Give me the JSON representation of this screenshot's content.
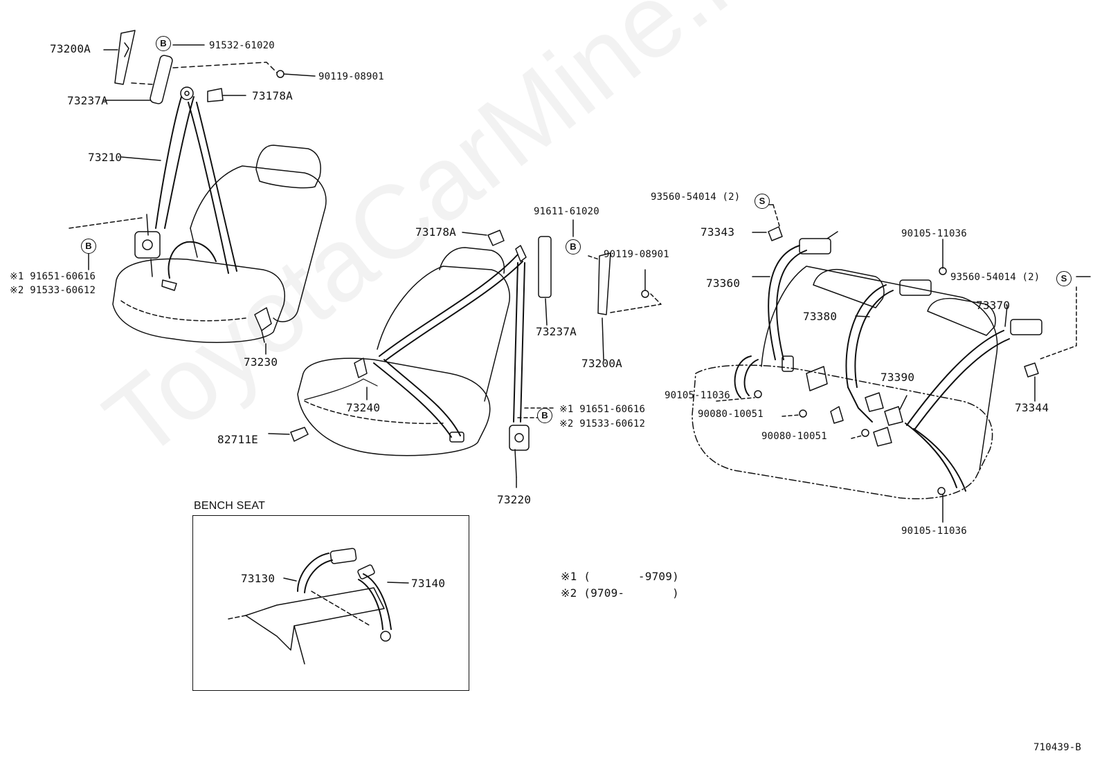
{
  "watermark": "ToyotaCarMine.ru",
  "diagram_code": "710439-B",
  "bench_title": "BENCH SEAT",
  "circle_b": "B",
  "circle_s": "S",
  "footnotes": {
    "n1": "※1 (       -9709)",
    "n2": "※2 (9709-       )"
  },
  "labels": {
    "p73200A_top": "73200A",
    "p91532": "91532-61020",
    "p90119_top": "90119-08901",
    "p73237A_top": "73237A",
    "p73178A_top": "73178A",
    "p73210": "73210",
    "p91651_left": "※1 91651-60616",
    "p91533_left": "※2 91533-60612",
    "p73230": "73230",
    "p73178A_mid": "73178A",
    "p91611": "91611-61020",
    "p90119_mid": "90119-08901",
    "p73237A_mid": "73237A",
    "p73200A_mid": "73200A",
    "p73240": "73240",
    "p82711E": "82711E",
    "p91651_mid": "※1 91651-60616",
    "p91533_mid": "※2 91533-60612",
    "p73220": "73220",
    "p93560_a": "93560-54014 (2)",
    "p73343": "73343",
    "p73360": "73360",
    "p90105_a": "90105-11036",
    "p93560_b": "93560-54014 (2)",
    "p73380": "73380",
    "p73370": "73370",
    "p73390": "73390",
    "p90105_b": "90105-11036",
    "p90080_a": "90080-10051",
    "p90080_b": "90080-10051",
    "p73344": "73344",
    "p90105_c": "90105-11036",
    "p73130": "73130",
    "p73140": "73140"
  }
}
